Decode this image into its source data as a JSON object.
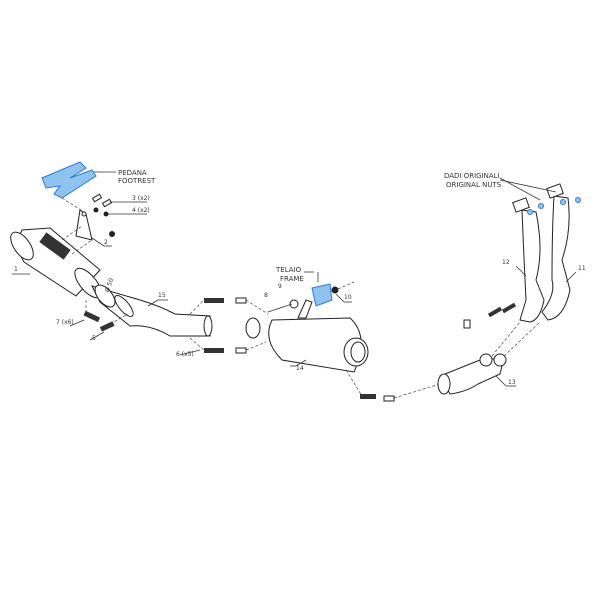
{
  "diagram": {
    "title": "Exhaust system exploded view",
    "accent_color": "#2a7bd4",
    "callouts": {
      "footrest_it": "PEDANA",
      "footrest_en": "FOOTREST",
      "frame_it": "TELAIO",
      "frame_en": "FRAME",
      "nuts_it": "DADI ORIGINALI",
      "nuts_en": "ORIGINAL NUTS"
    },
    "parts": {
      "p1": "1",
      "p2": "2",
      "p3": "3 (x2)",
      "p4": "4 (x2)",
      "p5": "5",
      "p6": "6 (x5)",
      "p7": "7 (x6)",
      "p8": "8",
      "p9": "9",
      "p10": "10",
      "p11": "11",
      "p12": "12",
      "p13": "13",
      "p14": "14",
      "p15": "15"
    },
    "dimension": "Ø 50"
  }
}
